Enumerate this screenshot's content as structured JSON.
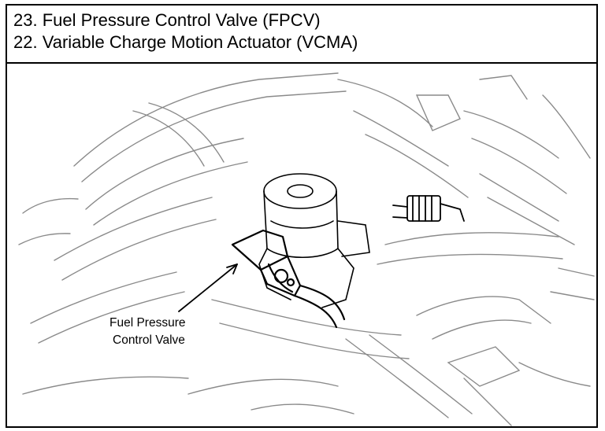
{
  "header": {
    "line_1": "23. Fuel Pressure Control Valve (FPCV)",
    "line_2": "22. Variable Charge Motion Actuator (VCMA)"
  },
  "diagram": {
    "callout_line_1": "Fuel Pressure",
    "callout_line_2": "Control Valve"
  },
  "colors": {
    "line": "#000000",
    "sketch": "#8a8a8a",
    "background": "#ffffff"
  }
}
